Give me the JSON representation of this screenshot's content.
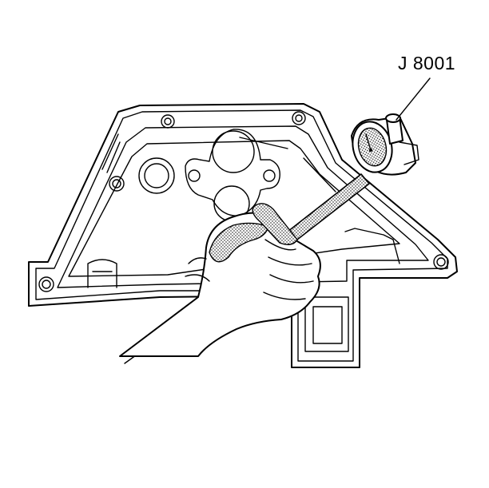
{
  "callout": {
    "tool_label": "J 8001"
  },
  "icons": [
    "engine-front-cover-outline",
    "dial-indicator-tool",
    "hand"
  ],
  "colors": {
    "line": "#000000",
    "background": "#ffffff",
    "stipple": "#000000"
  }
}
